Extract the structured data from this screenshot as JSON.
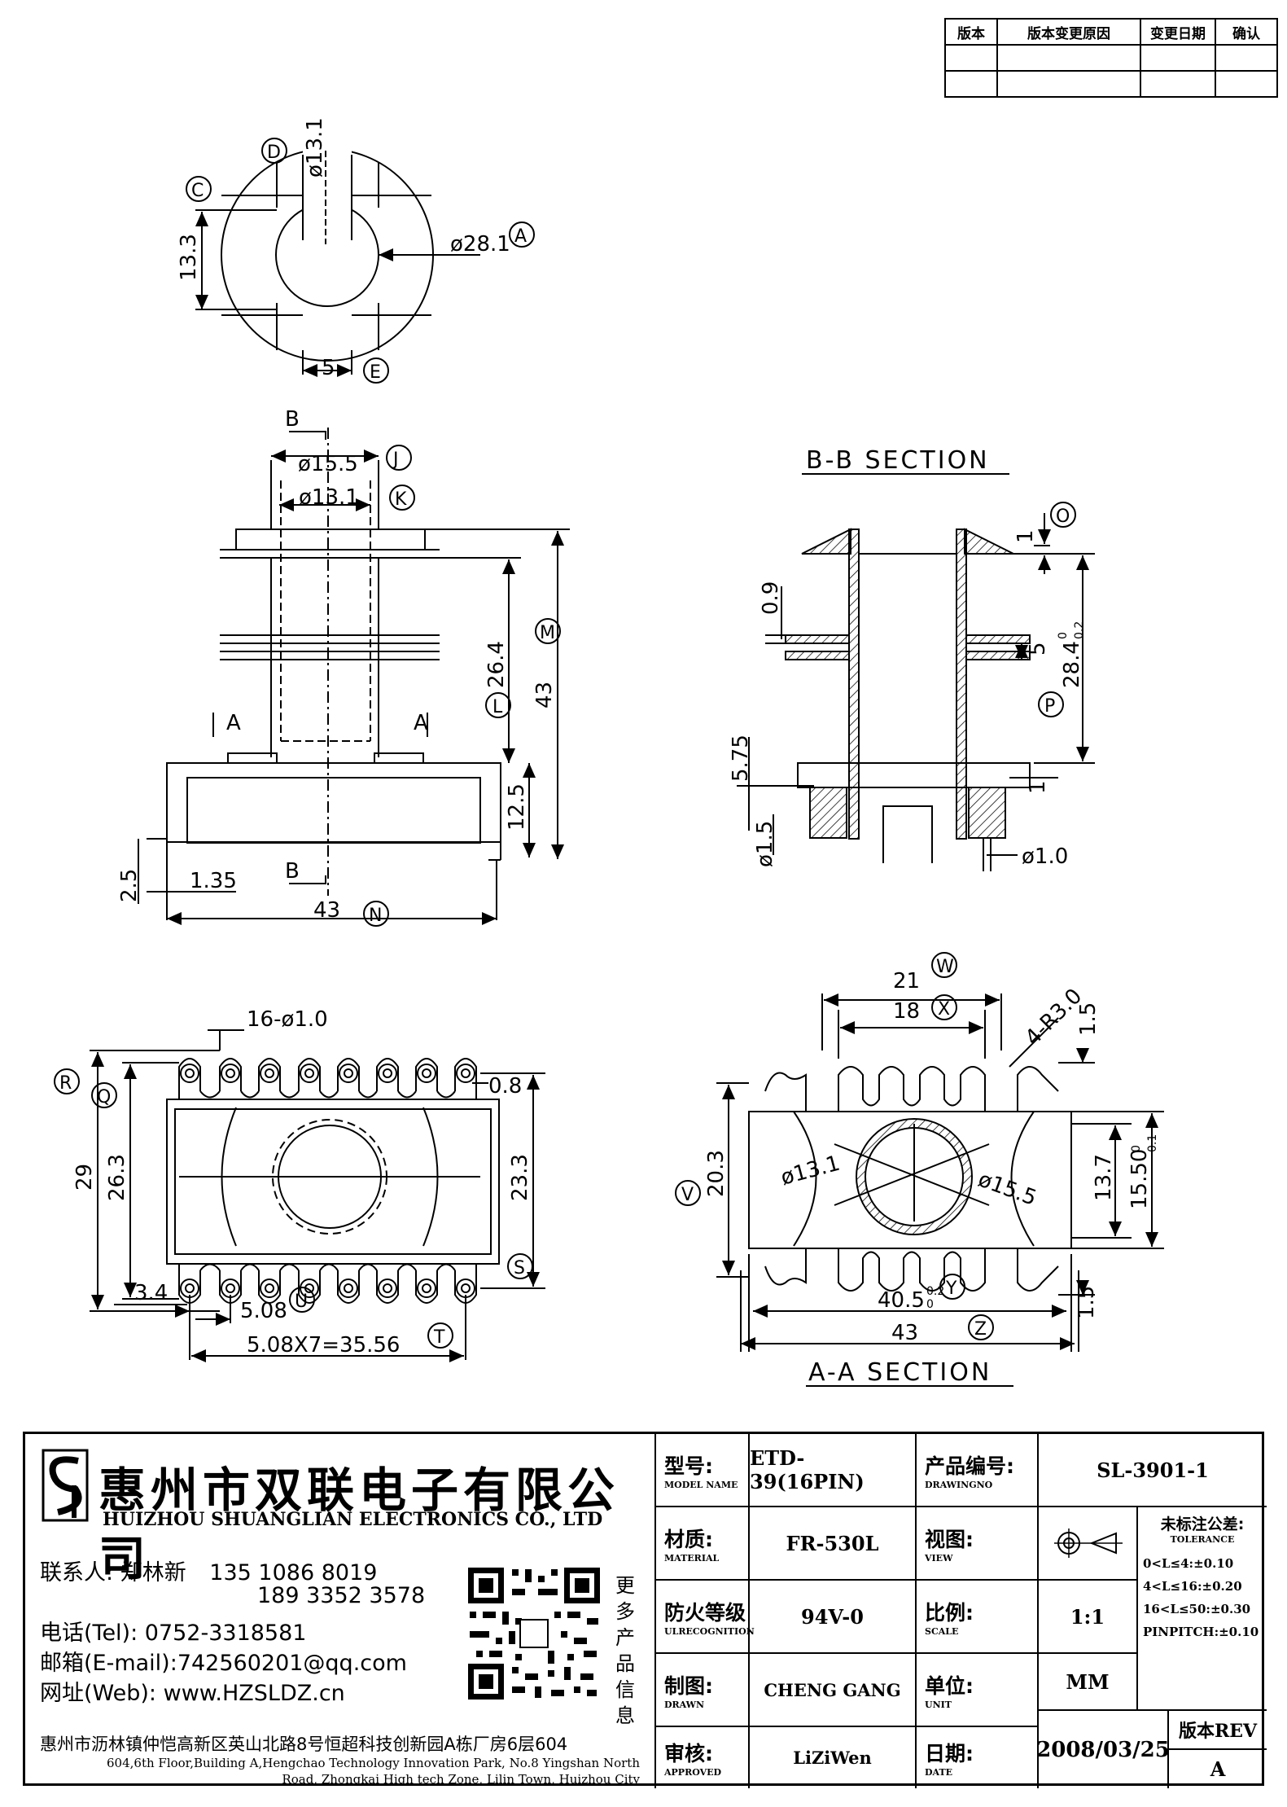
{
  "revision_table": {
    "headers": [
      "版本",
      "版本变更原因",
      "变更日期",
      "确认"
    ]
  },
  "top_view": {
    "dims": [
      "ø13.1",
      "ø28.1",
      "13.3",
      "5"
    ],
    "callouts": [
      "D",
      "C",
      "A",
      "E"
    ]
  },
  "front_view": {
    "dims": [
      "ø15.5",
      "ø13.1",
      "26.4",
      "43",
      "12.5",
      "2.5",
      "1.35",
      "43"
    ],
    "callouts": [
      "J",
      "K",
      "M",
      "L",
      "N"
    ],
    "section_marks": [
      "B",
      "B",
      "A",
      "A"
    ]
  },
  "bb_section": {
    "title": "B-B SECTION",
    "dims": [
      "1",
      "0.9",
      "5",
      "28.4",
      "0",
      "0.2",
      "5.75",
      "1",
      "ø1.5",
      "ø1.0"
    ],
    "callouts": [
      "O",
      "P"
    ]
  },
  "bottom_view": {
    "dims": [
      "16-ø1.0",
      "0.8",
      "29",
      "26.3",
      "23.3",
      "3.4",
      "5.08",
      "5.08X7=35.56"
    ],
    "callouts": [
      "R",
      "Q",
      "S",
      "U",
      "T"
    ]
  },
  "aa_section": {
    "title": "A-A SECTION",
    "dims": [
      "21",
      "18",
      "4-R3.0",
      "1.5",
      "20.3",
      "ø13.1",
      "ø15.5",
      "13.7",
      "15.50",
      "0",
      "0.1",
      "40.5",
      "0.2",
      "0",
      "1.5",
      "43"
    ],
    "callouts": [
      "W",
      "X",
      "V",
      "Y",
      "Z"
    ]
  },
  "company": {
    "name_cn": "惠州市双联电子有限公司",
    "name_en": "HUIZHOU SHUANGLIAN ELECTRONICS CO., LTD",
    "contact_label": "联系人:",
    "contact_name": "郑林新",
    "phone1": "135 1086 8019",
    "phone2": "189 3352 3578",
    "tel": "电话(Tel): 0752-3318581",
    "email": "邮箱(E-mail):742560201@qq.com",
    "web": "网址(Web): www.HZSLDZ.cn",
    "more": "更多产品信息",
    "address_cn": "惠州市沥林镇仲恺高新区英山北路8号恒超科技创新园A栋厂房6层604",
    "address_en_1": "604,6th Floor,Building A,Hengchao Technology Innovation Park, No.8 Yingshan North",
    "address_en_2": "Road, Zhongkai High tech Zone, Lilin Town, Huizhou City"
  },
  "title_block": {
    "model_label": "型号:",
    "model_label_en": "MODEL NAME",
    "model": "ETD-39(16PIN)",
    "drawing_label": "产品编号:",
    "drawing_label_en": "DRAWINGNO",
    "drawing_no": "SL-3901-1",
    "material_label": "材质:",
    "material_label_en": "MATERIAL",
    "material": "FR-530L",
    "view_label": "视图:",
    "view_label_en": "VIEW",
    "tol_label": "未标注公差:",
    "tol_label_en": "TOLERANCE",
    "tol_1": "0<L≤4:±0.10",
    "tol_2": "4<L≤16:±0.20",
    "tol_3": "16<L≤50:±0.30",
    "tol_4": "PINPITCH:±0.10",
    "fire_label": "防火等级",
    "fire_label_en": "ULRECOGNITION",
    "fire": "94V-0",
    "scale_label": "比例:",
    "scale_label_en": "SCALE",
    "scale": "1:1",
    "drawn_label": "制图:",
    "drawn_label_en": "DRAWN",
    "drawn": "CHENG GANG",
    "unit_label": "单位:",
    "unit_label_en": "UNIT",
    "unit": "MM",
    "approved_label": "审核:",
    "approved_label_en": "APPROVED",
    "approved": "LiZiWen",
    "date_label": "日期:",
    "date_label_en": "DATE",
    "date": "2008/03/25",
    "rev_label": "版本REV",
    "rev": "A"
  }
}
